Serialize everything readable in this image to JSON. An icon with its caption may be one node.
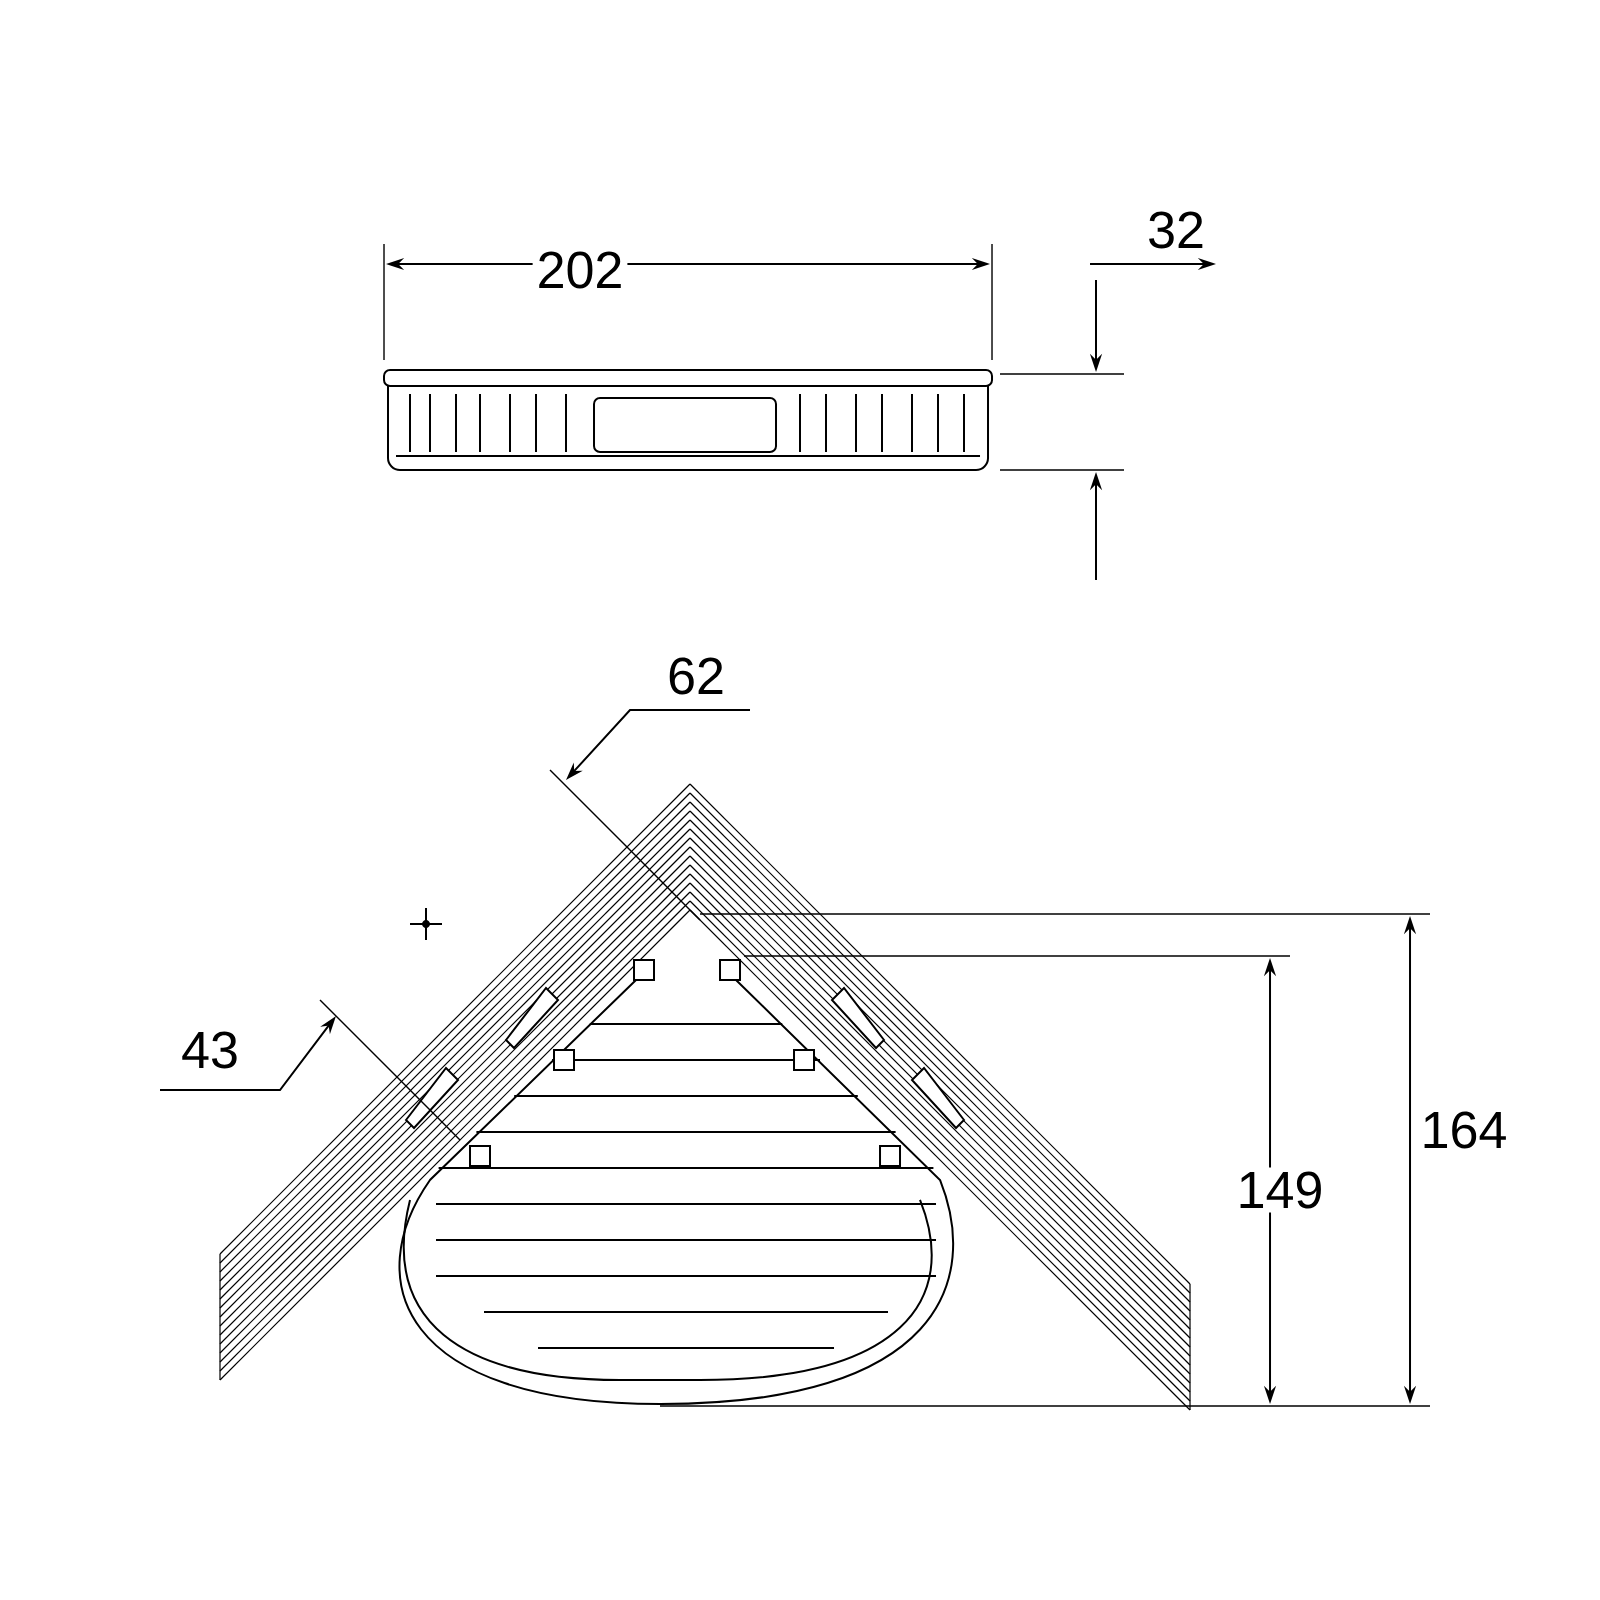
{
  "diagram": {
    "labels": [
      "202",
      "32",
      "62",
      "43",
      "149",
      "164"
    ]
  }
}
